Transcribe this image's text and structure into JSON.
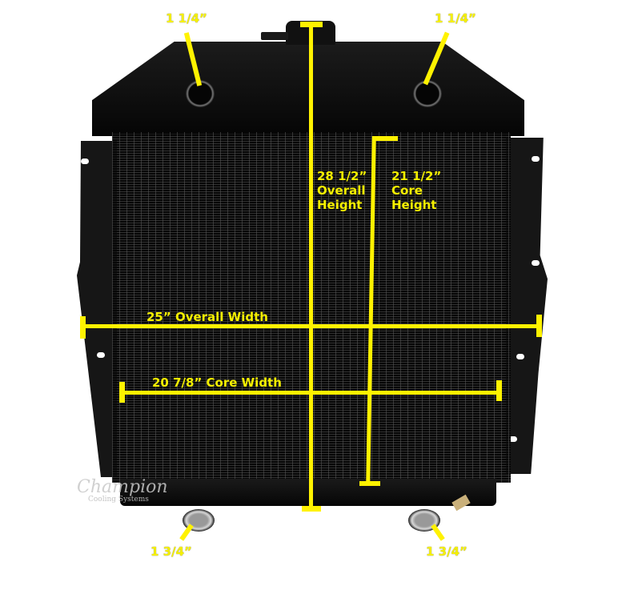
{
  "image": {
    "subject": "Black radiator with dimension annotations",
    "annotation_color": "#fff200",
    "body_color": "#0a0a0a"
  },
  "labels": {
    "inlet_left": "1 1/4”",
    "inlet_right": "1 1/4”",
    "overall_height_value": "28 1/2”",
    "overall_height_line1": "Overall",
    "overall_height_line2": "Height",
    "core_height_value": "21 1/2”",
    "core_height_line1": "Core",
    "core_height_line2": "Height",
    "overall_width": "25” Overall Width",
    "core_width": "20 7/8” Core Width",
    "outlet_left": "1 3/4”",
    "outlet_right": "1 3/4”"
  },
  "watermark": {
    "brand": "Champion",
    "tagline": "Cooling Systems"
  }
}
